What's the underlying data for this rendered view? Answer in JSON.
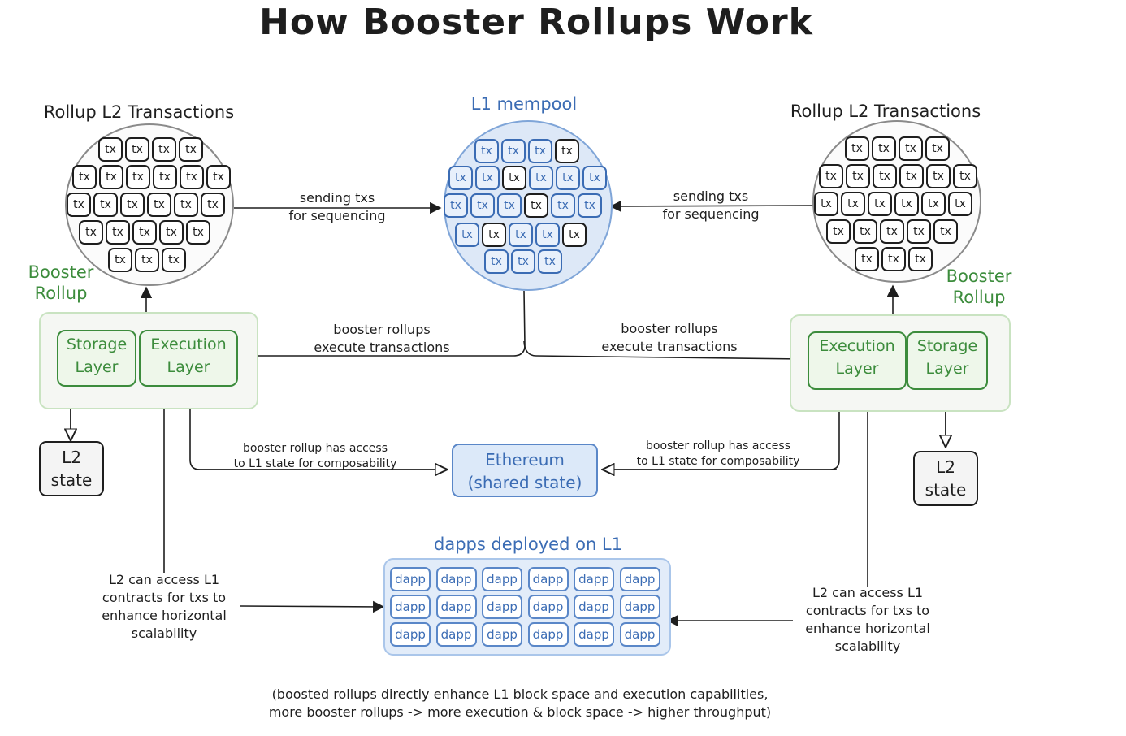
{
  "title": "How Booster Rollups Work",
  "left_rollup": {
    "heading": "Rollup L2 Transactions",
    "booster_label": [
      "Booster",
      "Rollup"
    ],
    "storage_layer": [
      "Storage",
      "Layer"
    ],
    "execution_layer": [
      "Execution",
      "Layer"
    ],
    "state": [
      "L2",
      "state"
    ]
  },
  "right_rollup": {
    "heading": "Rollup L2 Transactions",
    "booster_label": [
      "Booster",
      "Rollup"
    ],
    "storage_layer": [
      "Storage",
      "Layer"
    ],
    "execution_layer": [
      "Execution",
      "Layer"
    ],
    "state": [
      "L2",
      "state"
    ]
  },
  "mempool": {
    "heading": "L1 mempool"
  },
  "tx_label": "tx",
  "dapp_label": "dapp",
  "ethereum": [
    "Ethereum",
    "(shared state)"
  ],
  "dapps_heading": "dapps deployed on L1",
  "labels": {
    "sending_left": [
      "sending txs",
      "for sequencing"
    ],
    "sending_right": [
      "sending txs",
      "for sequencing"
    ],
    "execute_left": [
      "booster rollups",
      "execute transactions"
    ],
    "execute_right": [
      "booster rollups",
      "execute transactions"
    ],
    "access_left": [
      "booster rollup has access",
      "to L1 state for composability"
    ],
    "access_right": [
      "booster rollup has access",
      "to L1 state for composability"
    ],
    "contracts_left": [
      "L2 can access L1",
      "contracts for txs to",
      "enhance horizontal",
      "scalability"
    ],
    "contracts_right": [
      "L2 can access L1",
      "contracts for txs to",
      "enhance horizontal",
      "scalability"
    ]
  },
  "footnote": [
    "(boosted rollups directly enhance L1 block space and execution capabilities,",
    "more booster rollups -> more execution & block space -> higher throughput)"
  ],
  "colors": {
    "ink": "#1e1e1e",
    "blue": "#3b6cb4",
    "green": "#3c8c3c",
    "mempool_fill": "#dde8f7",
    "layer_fill": "#eef7ea"
  }
}
